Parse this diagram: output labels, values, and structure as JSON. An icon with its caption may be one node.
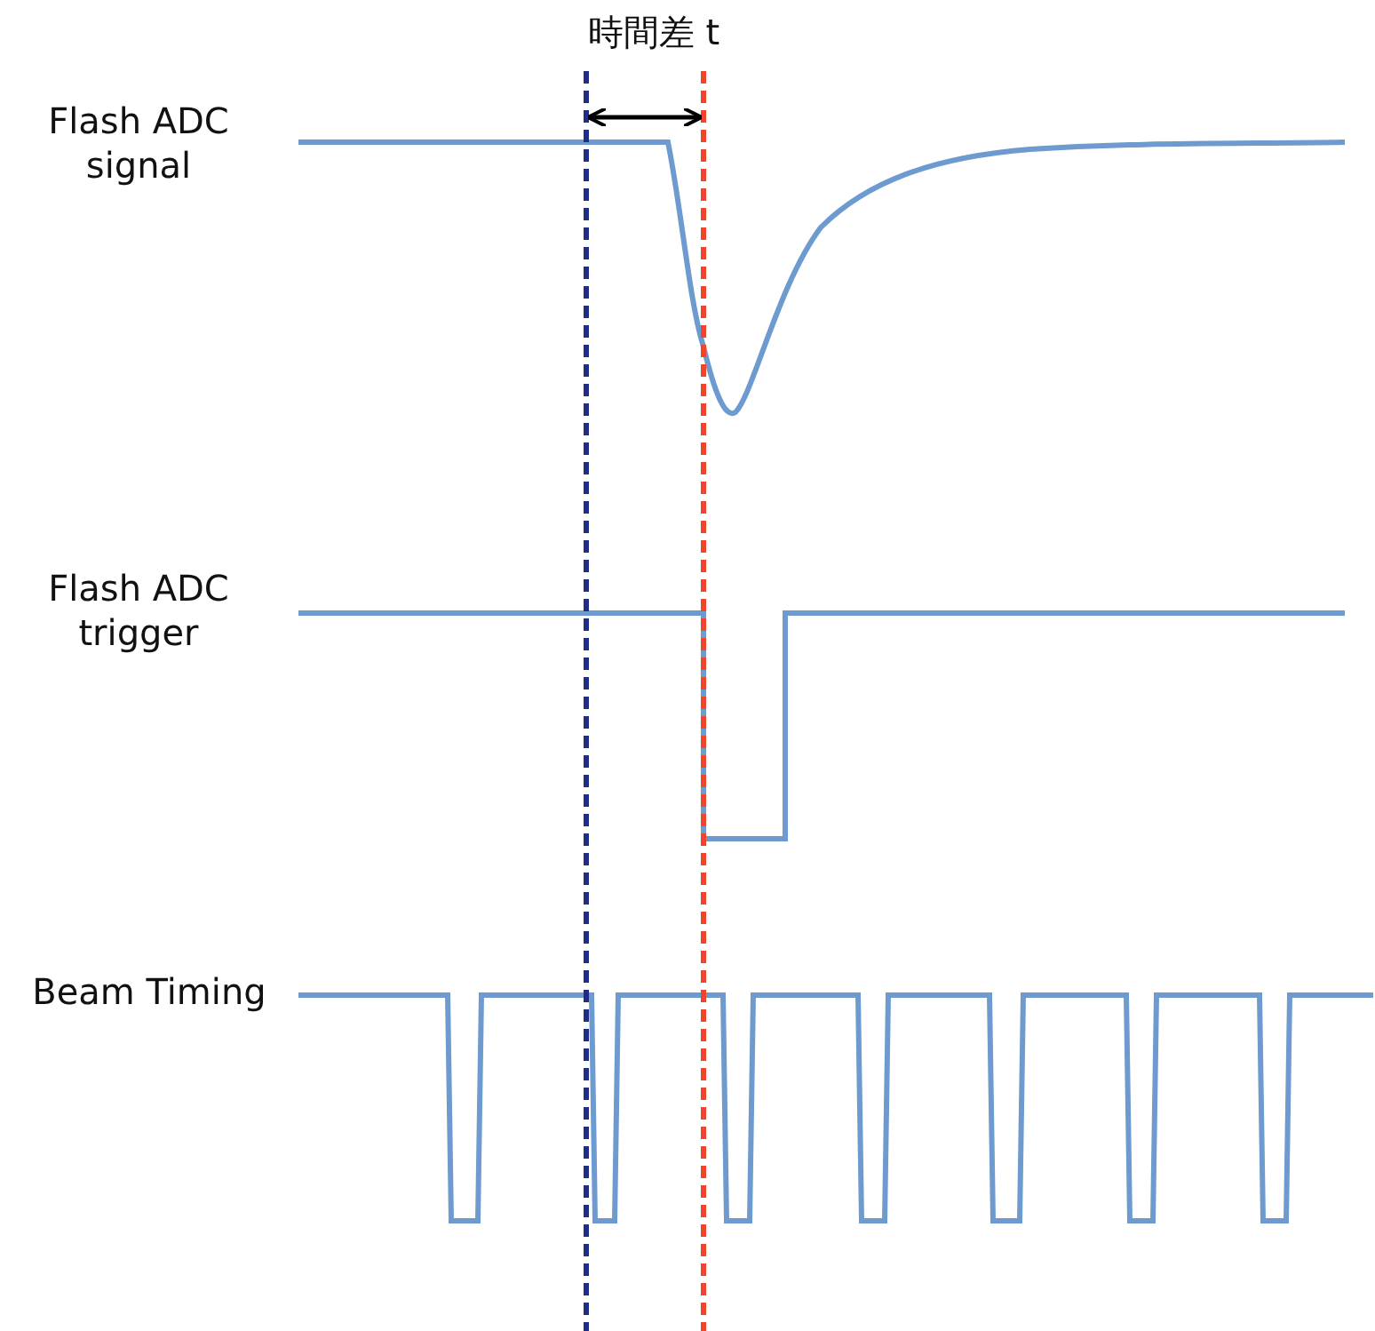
{
  "diagram": {
    "labels": [
      "時間差 t",
      "Flash ADC signal",
      "Flash ADC trigger",
      "Beam Timing"
    ]
  }
}
